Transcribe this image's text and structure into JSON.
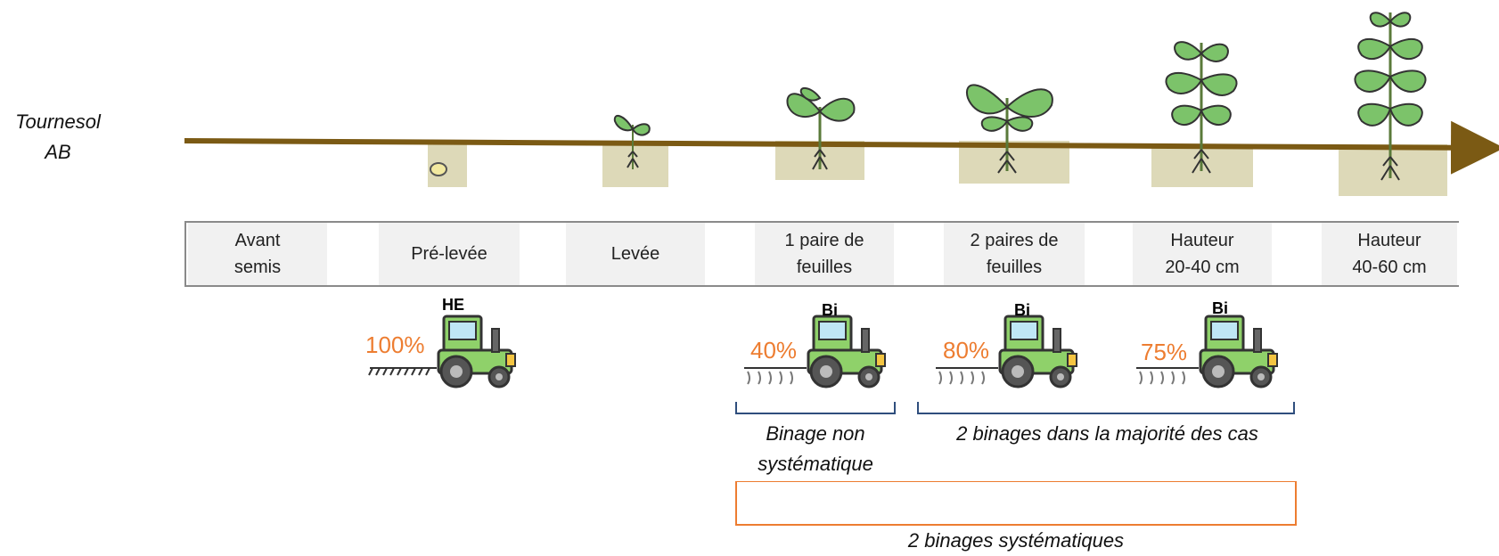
{
  "crop": {
    "line1": "Tournesol",
    "line2": "AB"
  },
  "colors": {
    "timeline": "#7b5a14",
    "soil": "#ddd9b8",
    "leaf": "#7cc36a",
    "percent": "#ed7d31",
    "bracket_blue": "#2f4e7d",
    "bracket_orange": "#ed7d31"
  },
  "stages": [
    {
      "line1": "Avant",
      "line2": "semis"
    },
    {
      "line1": "Pré-levée",
      "line2": ""
    },
    {
      "line1": "Levée",
      "line2": ""
    },
    {
      "line1": "1 paire de",
      "line2": "feuilles"
    },
    {
      "line1": "2 paires de",
      "line2": "feuilles"
    },
    {
      "line1": "Hauteur",
      "line2": "20-40 cm"
    },
    {
      "line1": "Hauteur",
      "line2": "40-60 cm"
    }
  ],
  "interventions": [
    {
      "tool": "HE",
      "percent": "100%",
      "icon": "tractor-harrow-icon"
    },
    {
      "tool": "Bi",
      "percent": "40%",
      "icon": "tractor-hoe-icon"
    },
    {
      "tool": "Bi",
      "percent": "80%",
      "icon": "tractor-hoe-icon"
    },
    {
      "tool": "Bi",
      "percent": "75%",
      "icon": "tractor-hoe-icon"
    }
  ],
  "notes": {
    "non_systematic_line1": "Binage non",
    "non_systematic_line2": "systématique",
    "majority": "2 binages dans la majorité des cas",
    "systematic": "2 binages systématiques"
  }
}
